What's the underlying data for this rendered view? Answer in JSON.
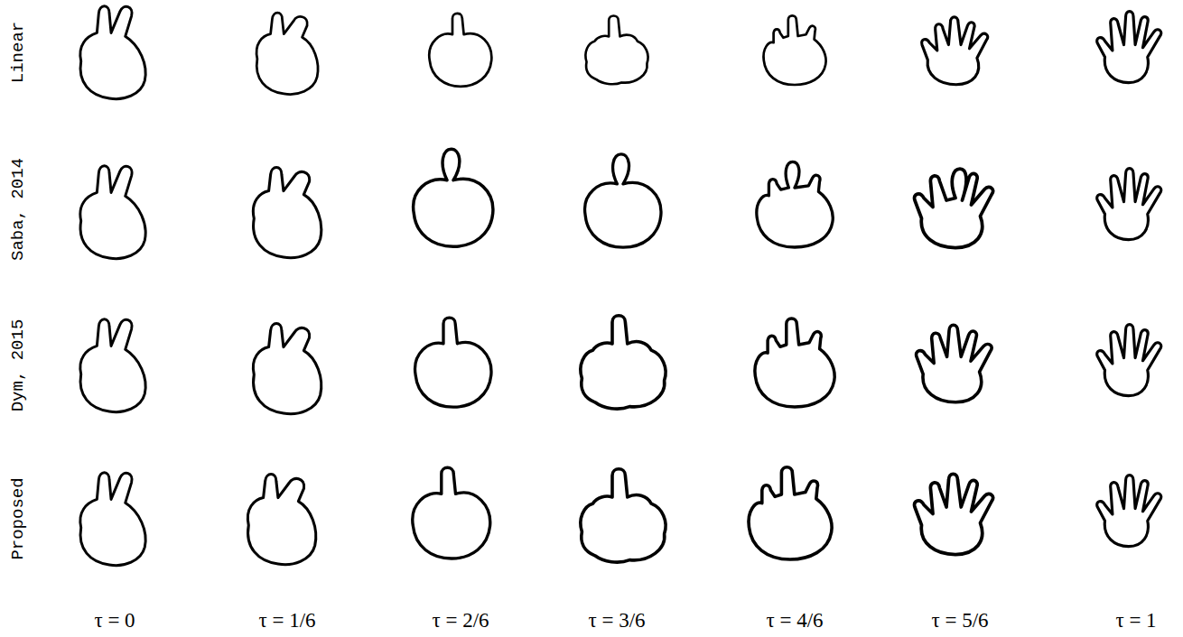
{
  "diagram": {
    "labels": [
      "Linear",
      "Saba, 2014",
      "Dym, 2015",
      "Proposed",
      "τ = 0",
      "τ = 1/6",
      "τ = 2/6",
      "τ = 3/6",
      "τ = 4/6",
      "τ = 5/6",
      "τ = 1"
    ]
  }
}
